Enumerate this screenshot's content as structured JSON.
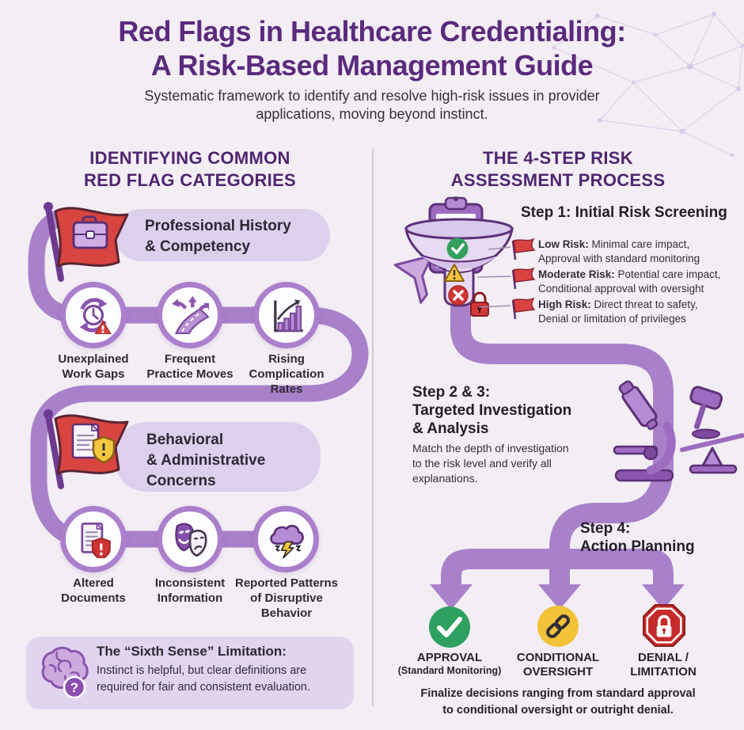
{
  "palette": {
    "accent_purple": "#5b2a7d",
    "path_purple": "#a981ca",
    "pill_lavender": "#ddd0ed",
    "flag_red": "#d84440",
    "warning_yellow": "#f5c43c",
    "success_green": "#2ea05f",
    "danger_red": "#cf3434"
  },
  "header": {
    "title": "Red Flags in Healthcare Credentialing:\nA Risk-Based Management Guide",
    "subtitle": "Systematic framework to identify and resolve high-risk issues in provider\napplications, moving beyond instinct."
  },
  "left_column": {
    "heading": "IDENTIFYING COMMON\nRED FLAG CATEGORIES",
    "category_1": {
      "title": "Professional History\n& Competency",
      "icon": "red-flag-briefcase-icon"
    },
    "category_1_items": [
      {
        "label": "Unexplained\nWork Gaps",
        "icon": "clock-warning-icon"
      },
      {
        "label": "Frequent\nPractice Moves",
        "icon": "diverging-road-icon"
      },
      {
        "label": "Rising\nComplication\nRates",
        "icon": "rising-chart-icon"
      }
    ],
    "category_2": {
      "title": "Behavioral\n& Administrative\nConcerns",
      "icon": "red-flag-document-icon"
    },
    "category_2_items": [
      {
        "label": "Altered\nDocuments",
        "icon": "document-alert-icon"
      },
      {
        "label": "Inconsistent\nInformation",
        "icon": "theater-masks-icon"
      },
      {
        "label": "Reported Patterns\nof Disruptive\nBehavior",
        "icon": "storm-cloud-icon"
      }
    ],
    "note": {
      "title": "The “Sixth Sense” Limitation:",
      "body": "Instinct is helpful, but clear definitions are\nrequired for fair and consistent evaluation.",
      "icon": "brain-question-icon"
    }
  },
  "right_column": {
    "heading": "THE 4-STEP RISK\nASSESSMENT PROCESS",
    "step_1": {
      "title": "Step 1: Initial Risk Screening",
      "icon": "clipboard-funnel-icon",
      "risks": [
        {
          "label": "Low Risk:",
          "line1": " Minimal care impact,",
          "line2": "Approval with standard monitoring"
        },
        {
          "label": "Moderate Risk:",
          "line1": " Potential care impact,",
          "line2": "Conditional approval with oversight"
        },
        {
          "label": "High Risk:",
          "line1": " Direct threat to safety,",
          "line2": "Denial or limitation of privileges"
        }
      ]
    },
    "step_2_3": {
      "title": "Step 2 & 3:\nTargeted Investigation\n& Analysis",
      "body": "Match the depth of investigation\nto the risk level and verify all\nexplanations.",
      "icon": "microscope-gavel-icon"
    },
    "step_4": {
      "title": "Step 4:\nAction Planning"
    },
    "outcomes": [
      {
        "title": "APPROVAL",
        "subtitle": "(Standard Monitoring)",
        "icon": "check-circle-icon"
      },
      {
        "title": "CONDITIONAL\nOVERSIGHT",
        "icon": "chain-link-icon"
      },
      {
        "title": "DENIAL /\nLIMITATION",
        "icon": "lock-octagon-icon"
      }
    ],
    "footer": "Finalize decisions ranging from standard approval\nto conditional oversight or outright denial."
  }
}
